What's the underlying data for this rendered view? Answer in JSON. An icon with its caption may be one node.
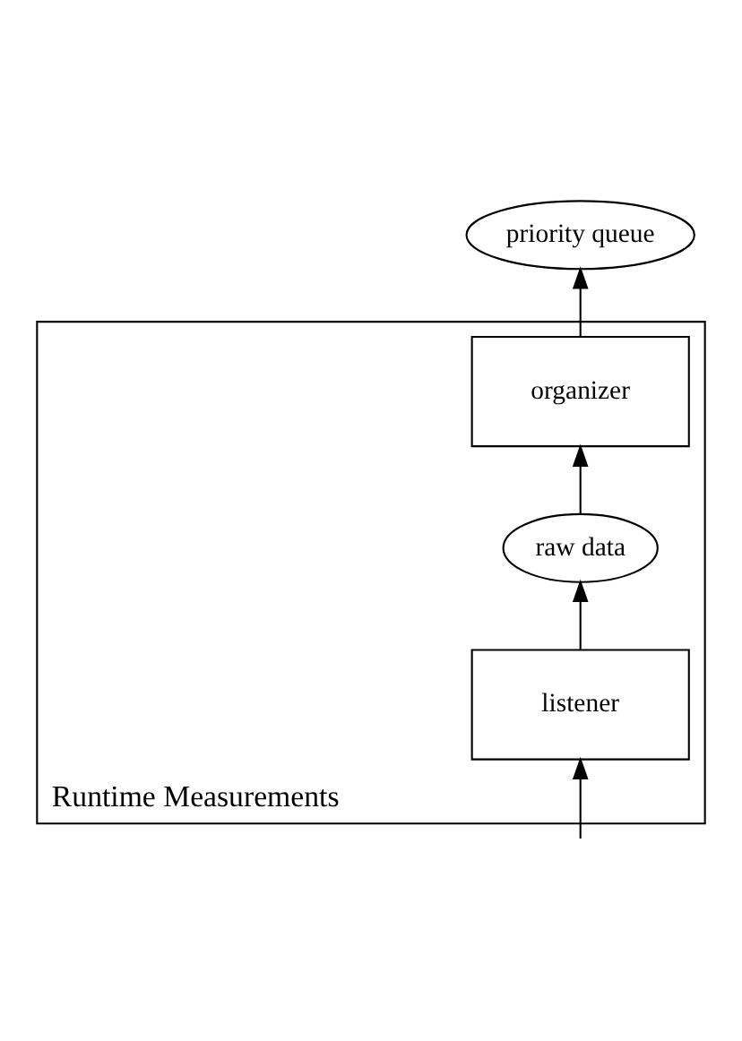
{
  "diagram": {
    "nodes": [
      {
        "text": [
          "priority queue"
        ]
      },
      {
        "text": [
          "Runtime Measurements"
        ]
      },
      {
        "text": [
          "organizer"
        ],
        "in": 1
      },
      {
        "text": [
          "raw data"
        ],
        "in": 1
      },
      {
        "text": [
          "listener"
        ],
        "in": 1
      }
    ],
    "edges": [
      {
        "from": null,
        "to": 4,
        "arrow": "to"
      },
      {
        "from": 4,
        "to": 3,
        "arrow": "to"
      },
      {
        "from": 3,
        "to": 2,
        "arrow": "to"
      },
      {
        "from": 2,
        "to": 0,
        "arrow": "to"
      }
    ]
  }
}
